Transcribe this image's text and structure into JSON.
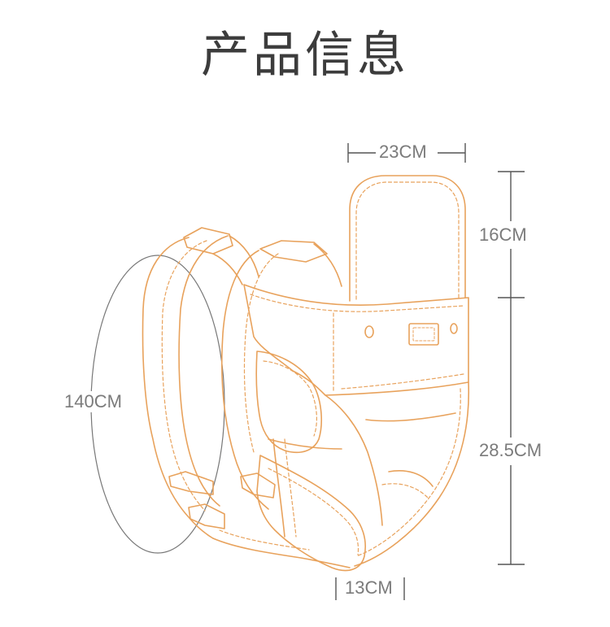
{
  "title": "产品信息",
  "dimensions": {
    "width": "23CM",
    "head_support_height": "16CM",
    "strap_length": "140CM",
    "body_height": "28.5CM",
    "seat_width": "13CM"
  },
  "colors": {
    "outline": "#e8a25c",
    "dimension_line": "#555555",
    "text": "#3c3c3c",
    "label": "#7b7b7b"
  }
}
